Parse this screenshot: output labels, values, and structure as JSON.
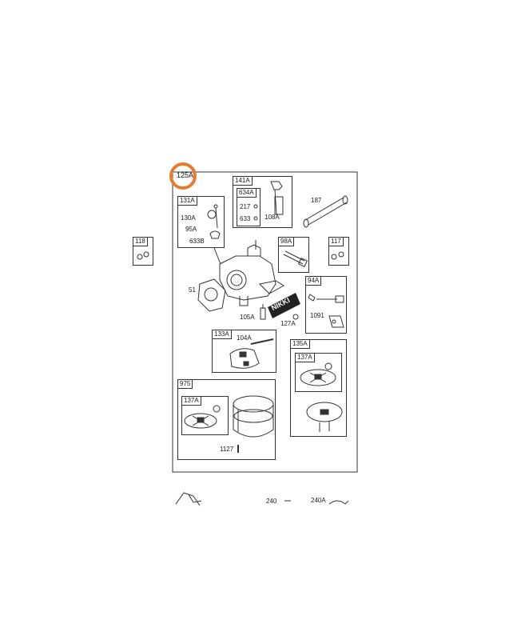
{
  "highlight_color": "#e87a2e",
  "main": {
    "assembly_tag": "125A",
    "boxes": {
      "b131A": {
        "tag": "131A",
        "parts": [
          "130A",
          "95A",
          "633B"
        ]
      },
      "b141A": {
        "tag": "141A",
        "inner_tag": "634A",
        "parts": [
          "217",
          "633",
          "108A"
        ]
      },
      "b98A": {
        "tag": "98A"
      },
      "b94A": {
        "tag": "94A",
        "parts": [
          "1091"
        ]
      },
      "b133A": {
        "tag": "133A",
        "parts": [
          "104A"
        ]
      },
      "b135A": {
        "tag": "135A",
        "inner_tag": "137A"
      },
      "b975": {
        "tag": "975",
        "inner_tag": "137A",
        "parts": [
          "1127"
        ]
      }
    },
    "loose_parts": [
      "187",
      "51",
      "105A",
      "127A"
    ],
    "brand_stamp": "NIKKI"
  },
  "side": {
    "left_tag": "118",
    "right_tag": "117"
  },
  "bottom": {
    "parts": [
      "240",
      "240A"
    ]
  }
}
